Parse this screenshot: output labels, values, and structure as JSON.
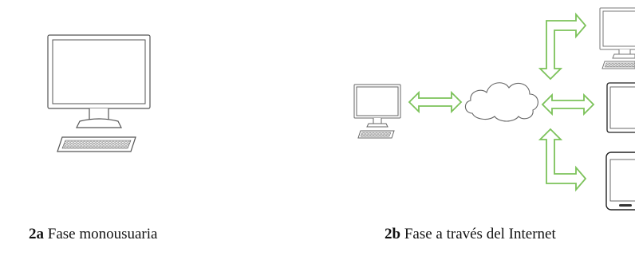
{
  "captions": {
    "a": {
      "label": "2a",
      "text": "Fase monousuaria"
    },
    "b": {
      "label": "2b",
      "text": "Fase a través del Internet"
    }
  },
  "colors": {
    "arrow": "#7cc25a",
    "outline": "#555555",
    "background": "#ffffff"
  },
  "icons": [
    "desktop-computer-icon",
    "cloud-icon",
    "tablet-icon",
    "phone-icon",
    "double-arrow-icon"
  ]
}
